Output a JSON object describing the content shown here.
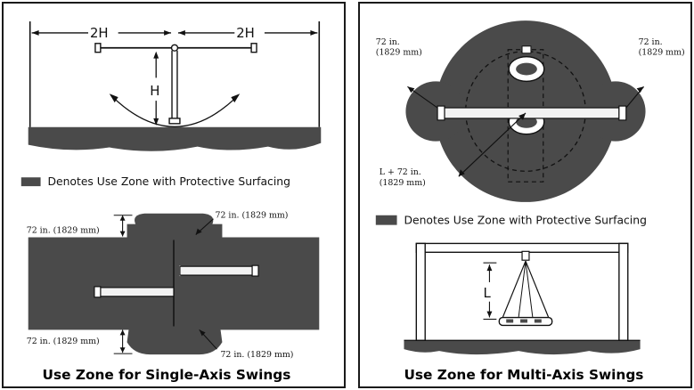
{
  "left_panel": {
    "top_diagram": {
      "dim_left": "2H",
      "dim_right": "2H",
      "height_label": "H"
    },
    "legend": "Denotes Use Zone with Protective Surfacing",
    "labels": {
      "top_right": "72 in. (1829 mm)",
      "top_left": "72  in. (1829 mm)",
      "bottom_left": "72 in. (1829 mm)",
      "bottom_right": "72 in. (1829 mm)"
    },
    "caption": "Use Zone for Single-Axis Swings"
  },
  "right_panel": {
    "labels": {
      "top_left_1": "72 in.",
      "top_left_2": "(1829 mm)",
      "top_right_1": "72 in.",
      "top_right_2": "(1829 mm)",
      "bottom_left_1": "L + 72 in.",
      "bottom_left_2": "(1829 mm)"
    },
    "legend": "Denotes Use Zone with Protective Surfacing",
    "length_label": "L",
    "caption": "Use Zone for Multi-Axis Swings"
  },
  "colors": {
    "zone": "#4a4a4a",
    "ink": "#111111"
  }
}
